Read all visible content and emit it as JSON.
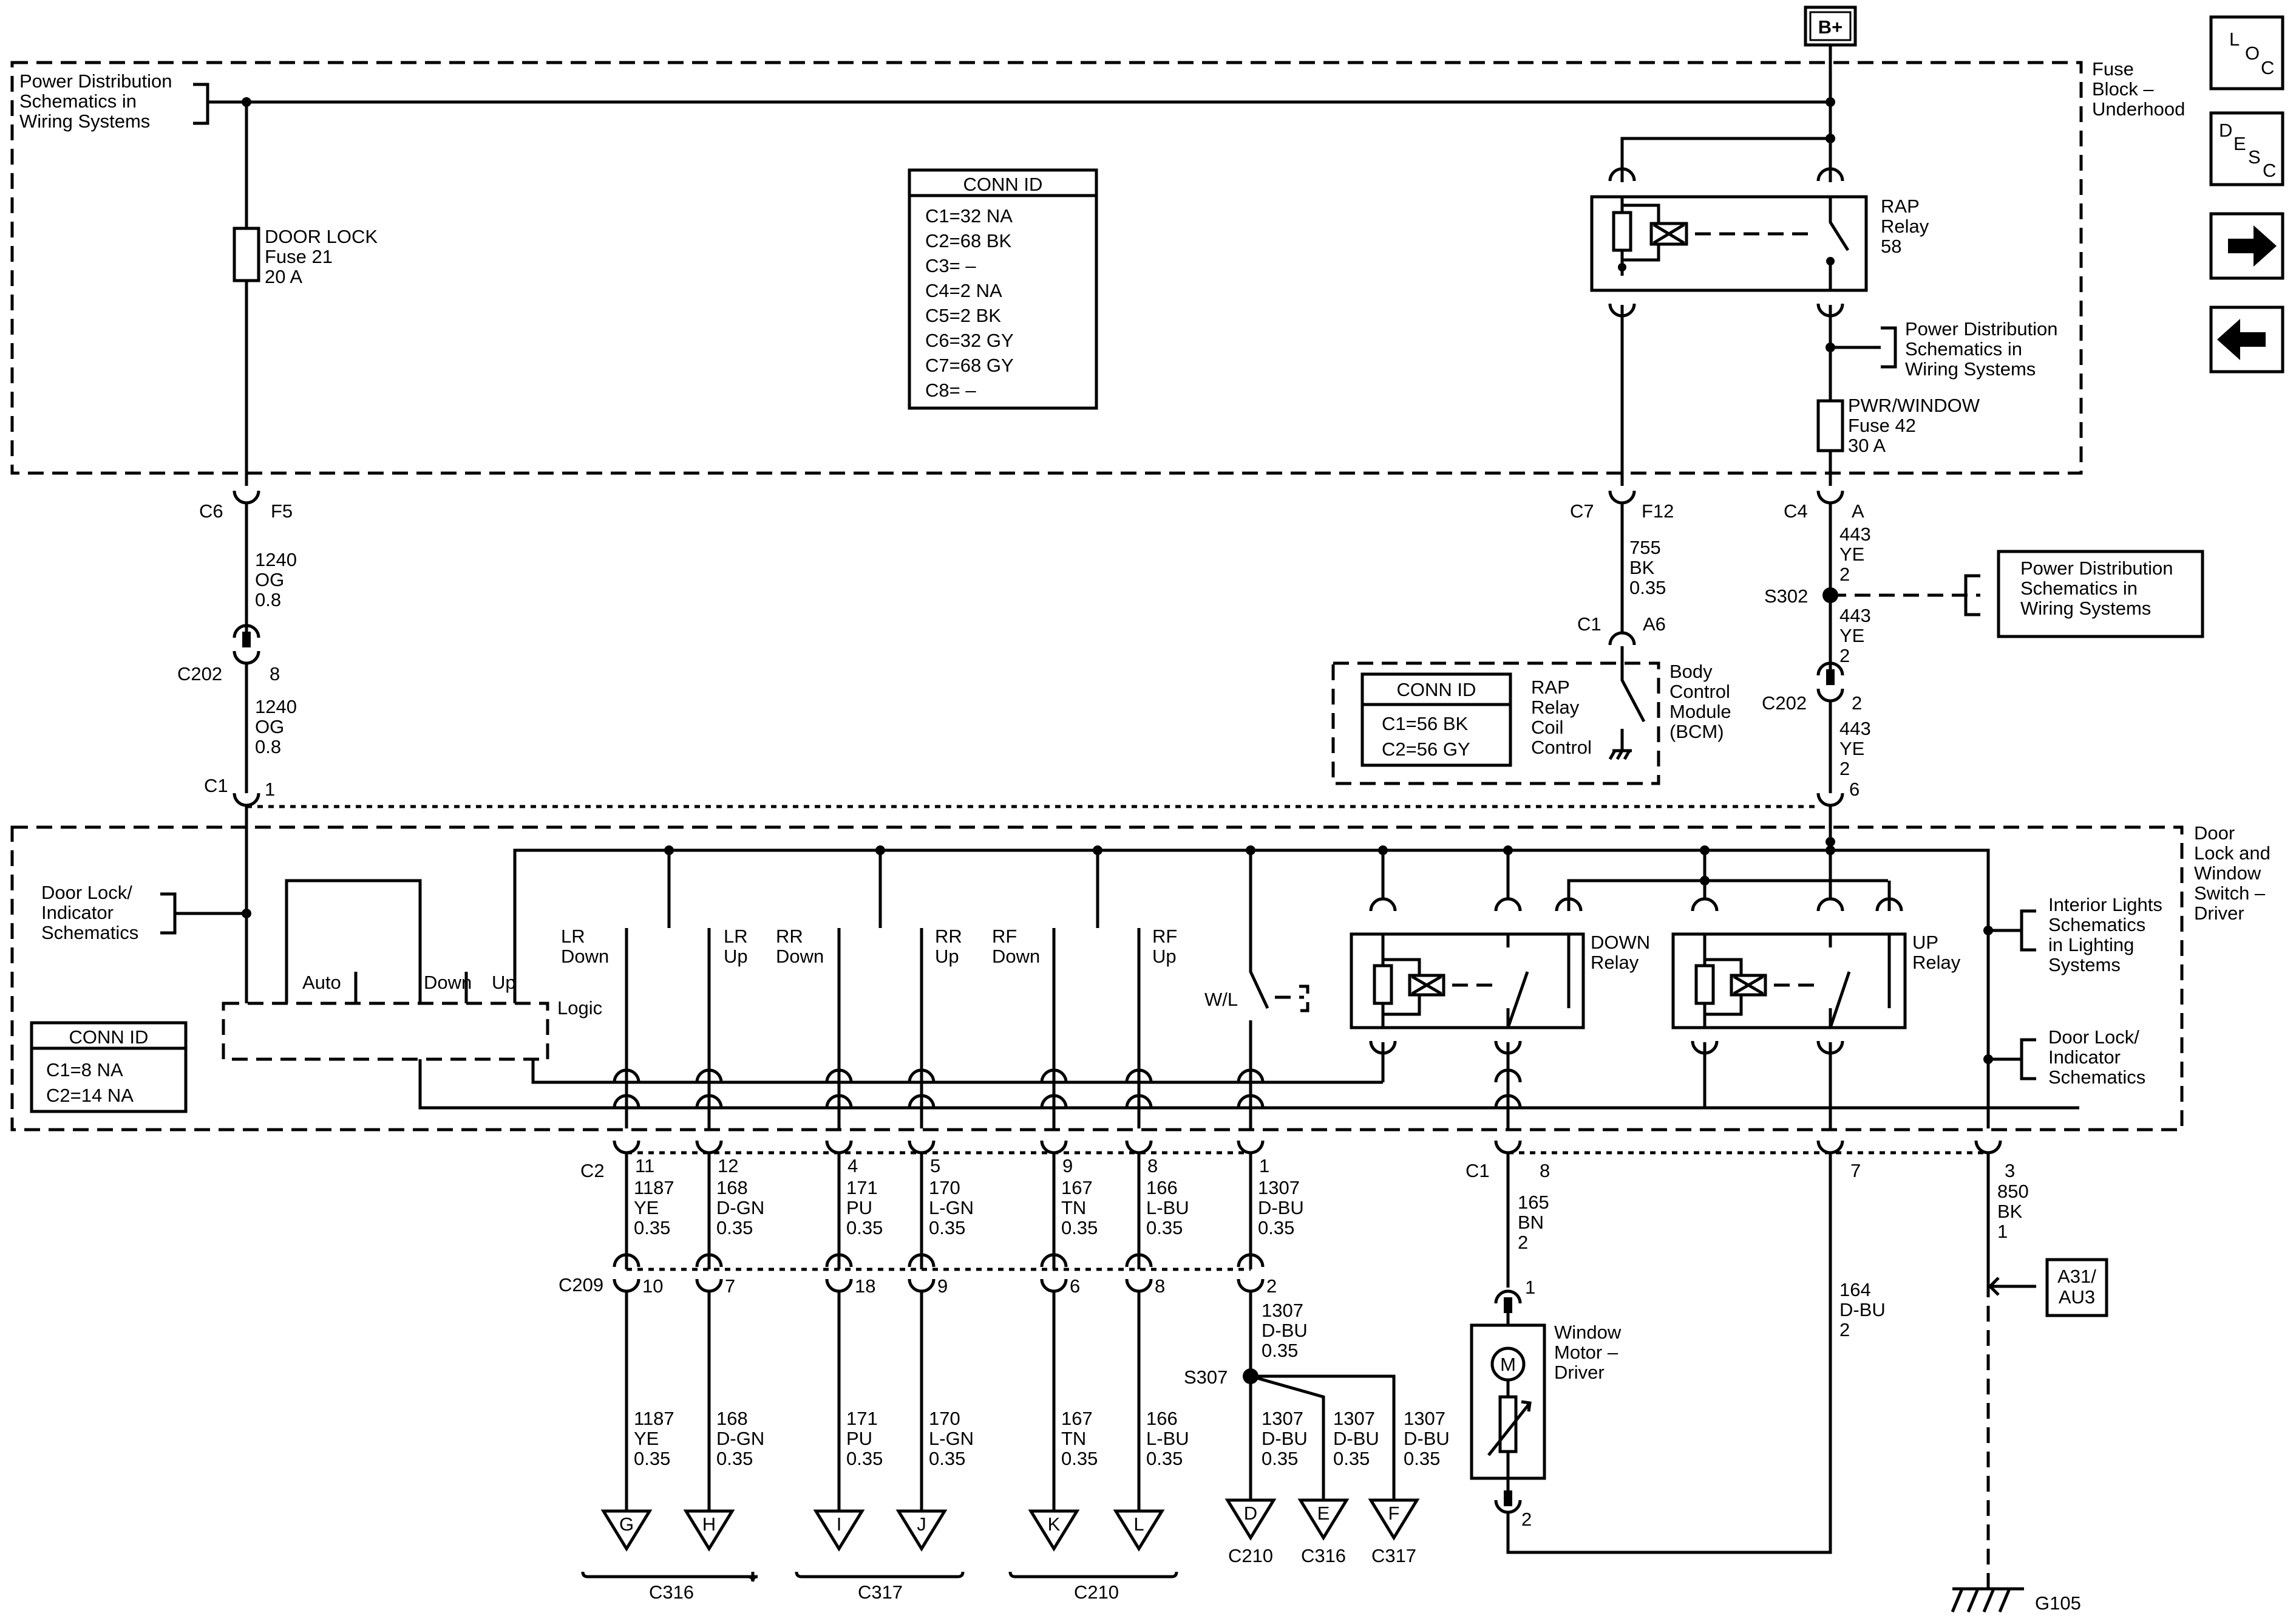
{
  "battery": "B+",
  "nav": {
    "loc_l": "L",
    "loc_o": "O",
    "loc_c": "C",
    "desc_d": "D",
    "desc_e": "E",
    "desc_s": "S",
    "desc_c": "C"
  },
  "fuse_block": {
    "title_lines": [
      "Fuse",
      "Block –",
      "Underhood"
    ],
    "pd_ref_top": [
      "Power Distribution",
      "Schematics in",
      "Wiring Systems"
    ],
    "pd_ref_right": [
      "Power Distribution",
      "Schematics in",
      "Wiring Systems"
    ],
    "conn_id": {
      "title": "CONN ID",
      "rows": [
        "C1=32 NA",
        "C2=68 BK",
        "C3= –",
        "C4=2 NA",
        "C5=2 BK",
        "C6=32 GY",
        "C7=68 GY",
        "C8= –"
      ]
    },
    "door_lock_fuse": [
      "DOOR LOCK",
      "Fuse 21",
      "20 A"
    ],
    "pwr_window_fuse": [
      "PWR/WINDOW",
      "Fuse 42",
      "30 A"
    ],
    "rap_relay": [
      "RAP",
      "Relay",
      "58"
    ]
  },
  "left_wire": {
    "c6": "C6",
    "f5": "F5",
    "wire1": [
      "1240",
      "OG",
      "0.8"
    ],
    "c202": "C202",
    "pin8": "8",
    "wire2": [
      "1240",
      "OG",
      "0.8"
    ],
    "c1": "C1",
    "pin1": "1"
  },
  "mid_wire": {
    "c7": "C7",
    "f12": "F12",
    "wire": [
      "755",
      "BK",
      "0.35"
    ],
    "c1": "C1",
    "a6": "A6"
  },
  "right_wire": {
    "c4": "C4",
    "a": "A",
    "wire1": [
      "443",
      "YE",
      "2"
    ],
    "s302": "S302",
    "wire2": [
      "443",
      "YE",
      "2"
    ],
    "c202": "C202",
    "pin2": "2",
    "wire3": [
      "443",
      "YE",
      "2"
    ],
    "pin6": "6",
    "pd_ref": [
      "Power Distribution",
      "Schematics in",
      "Wiring Systems"
    ]
  },
  "bcm": {
    "conn_id": {
      "title": "CONN ID",
      "rows": [
        "C1=56 BK",
        "C2=56 GY"
      ]
    },
    "rap_label": [
      "RAP",
      "Relay",
      "Coil",
      "Control"
    ],
    "name": [
      "Body",
      "Control",
      "Module",
      "(BCM)"
    ]
  },
  "switch": {
    "title": [
      "Door",
      "Lock and",
      "Window",
      "Switch –",
      "Driver"
    ],
    "door_lock_ref": [
      "Door Lock/",
      "Indicator",
      "Schematics"
    ],
    "conn_id": {
      "title": "CONN ID",
      "rows": [
        "C1=8 NA",
        "C2=14 NA"
      ]
    },
    "auto": "Auto",
    "down": "Down",
    "up": "Up",
    "logic": "Logic",
    "switch_labels": [
      [
        "LR",
        "Down"
      ],
      [
        "LR",
        "Up"
      ],
      [
        "RR",
        "Down"
      ],
      [
        "RR",
        "Up"
      ],
      [
        "RF",
        "Down"
      ],
      [
        "RF",
        "Up"
      ]
    ],
    "wl": "W/L",
    "down_relay": [
      "DOWN",
      "Relay"
    ],
    "up_relay": [
      "UP",
      "Relay"
    ],
    "interior_ref": [
      "Interior Lights",
      "Schematics",
      "in Lighting",
      "Systems"
    ],
    "door_lock_ref2": [
      "Door Lock/",
      "Indicator",
      "Schematics"
    ]
  },
  "harness": {
    "c2": "C2",
    "c209": "C209",
    "c1": "C1",
    "pins_c2": [
      "11",
      "12",
      "4",
      "5",
      "9",
      "8",
      "1"
    ],
    "wires_c2": [
      [
        "1187",
        "YE",
        "0.35"
      ],
      [
        "168",
        "D-GN",
        "0.35"
      ],
      [
        "171",
        "PU",
        "0.35"
      ],
      [
        "170",
        "L-GN",
        "0.35"
      ],
      [
        "167",
        "TN",
        "0.35"
      ],
      [
        "166",
        "L-BU",
        "0.35"
      ],
      [
        "1307",
        "D-BU",
        "0.35"
      ]
    ],
    "pins_c209": [
      "10",
      "7",
      "18",
      "9",
      "6",
      "8",
      "2"
    ],
    "wires_lower": [
      [
        "1187",
        "YE",
        "0.35"
      ],
      [
        "168",
        "D-GN",
        "0.35"
      ],
      [
        "171",
        "PU",
        "0.35"
      ],
      [
        "170",
        "L-GN",
        "0.35"
      ],
      [
        "167",
        "TN",
        "0.35"
      ],
      [
        "166",
        "L-BU",
        "0.35"
      ]
    ],
    "wire_after_c209": [
      "1307",
      "D-BU",
      "0.35"
    ],
    "s307": "S307",
    "s307_wires": [
      [
        "1307",
        "D-BU",
        "0.35"
      ],
      [
        "1307",
        "D-BU",
        "0.35"
      ],
      [
        "1307",
        "D-BU",
        "0.35"
      ]
    ],
    "terminals": [
      "G",
      "H",
      "I",
      "J",
      "K",
      "L",
      "D",
      "E",
      "F"
    ],
    "terminal_conns": [
      "C210",
      "C316",
      "C317"
    ],
    "groups": [
      "C316",
      "C317",
      "C210"
    ],
    "pin_c1_8": "8",
    "wire_motor": [
      "165",
      "BN",
      "2"
    ],
    "pin7": "7",
    "wire_164": [
      "164",
      "D-BU",
      "2"
    ],
    "pin3": "3",
    "wire_850": [
      "850",
      "BK",
      "1"
    ],
    "a31": [
      "A31/",
      "AU3"
    ],
    "motor": [
      "Window",
      "Motor –",
      "Driver"
    ],
    "motor_m": "M",
    "motor_pin1": "1",
    "motor_pin2": "2",
    "ground": "G105"
  }
}
